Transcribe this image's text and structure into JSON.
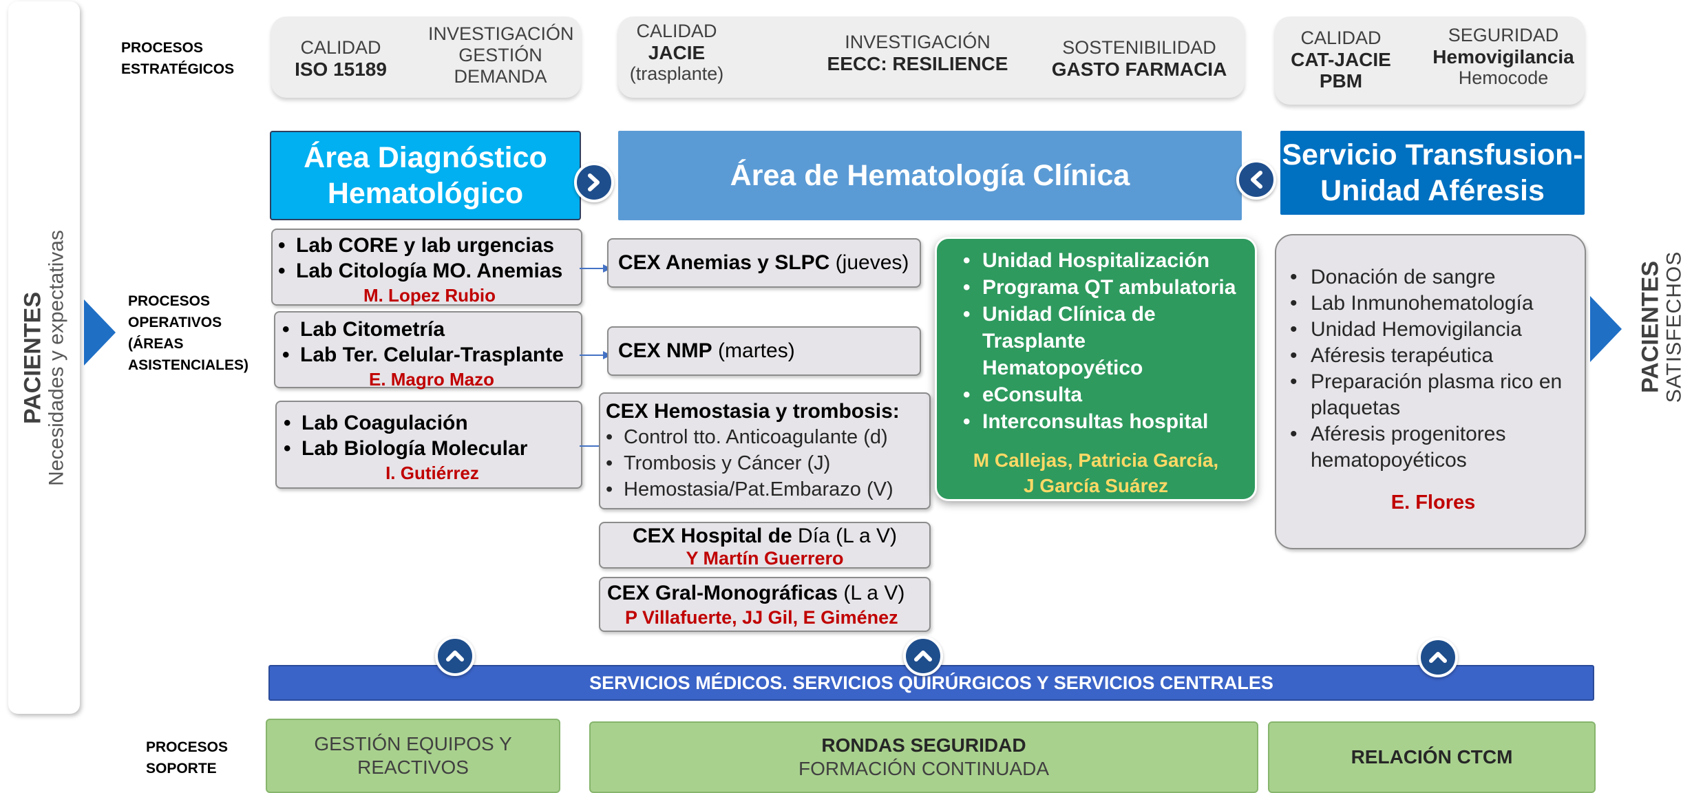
{
  "left_panel": {
    "title": "PACIENTES",
    "subtitle": "Necesidades y expectativas"
  },
  "right_panel": {
    "title": "PACIENTES",
    "subtitle": "SATISFECHOS"
  },
  "labels": {
    "strategic": [
      "PROCESOS",
      "ESTRATÉGICOS"
    ],
    "operative": [
      "PROCESOS",
      "OPERATIVOS",
      "(ÁREAS",
      "ASISTENCIALES)"
    ],
    "support": [
      "PROCESOS",
      "SOPORTE"
    ]
  },
  "strategic": {
    "left": [
      {
        "line1": "CALIDAD",
        "line2": "ISO 15189"
      },
      {
        "line1": "INVESTIGACIÓN",
        "line2": "GESTIÓN",
        "line3": "DEMANDA"
      }
    ],
    "center": [
      {
        "line1": "CALIDAD",
        "line2": "JACIE",
        "line3": "(trasplante)"
      },
      {
        "line1": "INVESTIGACIÓN",
        "line2": "EECC: RESILIENCE"
      },
      {
        "line1": "SOSTENIBILIDAD",
        "line2": "GASTO FARMACIA"
      }
    ],
    "right": [
      {
        "line1": "CALIDAD",
        "line2": "CAT-JACIE",
        "line3": "PBM"
      },
      {
        "line1": "SEGURIDAD",
        "line2": "Hemovigilancia",
        "line3": "Hemocode"
      }
    ]
  },
  "areas": {
    "diagnostic": {
      "line1": "Área Diagnóstico",
      "line2": "Hematológico",
      "color": "#00b0f0"
    },
    "clinical": {
      "title": "Área de Hematología Clínica",
      "color": "#5b9bd5"
    },
    "transfusion": {
      "line1": "Servicio Transfusion-",
      "line2": "Unidad Aféresis",
      "color": "#0070c0"
    }
  },
  "labs": [
    {
      "items": [
        "Lab CORE y lab urgencias",
        "Lab Citología MO. Anemias"
      ],
      "responsible": "M. Lopez Rubio"
    },
    {
      "items": [
        "Lab Citometría",
        "Lab Ter. Celular-Trasplante"
      ],
      "responsible": "E. Magro Mazo"
    },
    {
      "items": [
        "Lab Coagulación",
        "Lab Biología Molecular"
      ],
      "responsible": "I. Gutiérrez"
    }
  ],
  "cex": {
    "anemias": {
      "bold": "CEX Anemias y SLPC",
      "normal": " (jueves)"
    },
    "nmp": {
      "bold": "CEX NMP",
      "normal": " (martes)"
    },
    "hemostasia": {
      "title": "CEX Hemostasia y trombosis:",
      "items": [
        "Control tto. Anticoagulante (d)",
        "Trombosis y Cáncer (J)",
        "Hemostasia/Pat.Embarazo (V)"
      ]
    },
    "hospital_dia": {
      "bold": "CEX Hospital de",
      "normal": " Día (L a V)",
      "responsible": "Y Martín Guerrero"
    },
    "gral": {
      "bold": "CEX Gral-Monográficas",
      "normal": " (L a V)",
      "responsible": "P Villafuerte, JJ Gil, E Giménez"
    }
  },
  "clinical_units": {
    "items": [
      "Unidad Hospitalización",
      "Programa QT ambulatoria",
      "Unidad Clínica de Trasplante Hematopoyético",
      "eConsulta",
      "Interconsultas hospital"
    ],
    "responsible_line1": "M Callejas, Patricia García,",
    "responsible_line2": "J García Suárez"
  },
  "transfusion_services": {
    "items": [
      "Donación de sangre",
      "Lab Inmunohematología",
      "Unidad Hemovigilancia",
      "Aféresis terapéutica",
      "Preparación plasma rico en plaquetas",
      "Aféresis progenitores hematopoyéticos"
    ],
    "responsible": "E. Flores"
  },
  "support_bar": "SERVICIOS MÉDICOS. SERVICIOS QUIRÚRGICOS Y SERVICIOS CENTRALES",
  "support": {
    "equipos": {
      "line1": "GESTIÓN EQUIPOS Y",
      "line2": "REACTIVOS"
    },
    "rondas": {
      "line1": "RONDAS SEGURIDAD",
      "line2": "FORMACIÓN CONTINUADA"
    },
    "ctcm": {
      "line1": "RELACIÓN CTCM"
    }
  }
}
